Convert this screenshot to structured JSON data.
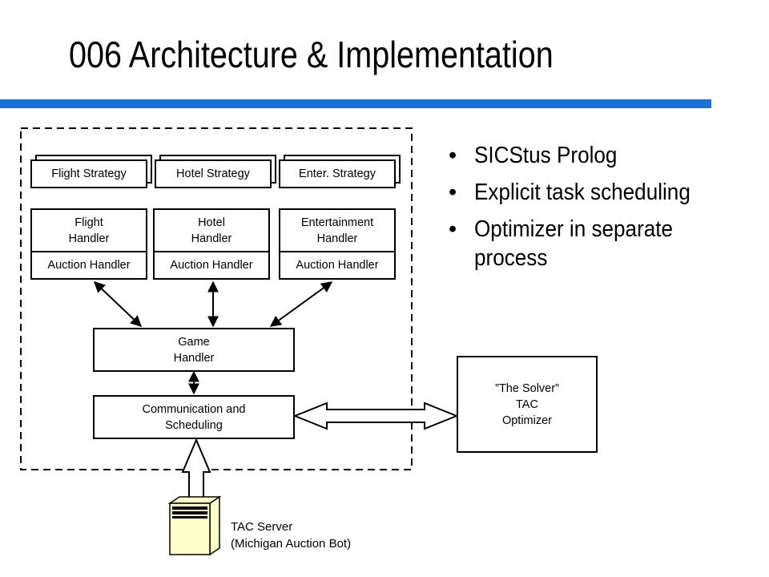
{
  "slide": {
    "title": "006 Architecture & Implementation",
    "accent_color": "#1a73d4"
  },
  "diagram": {
    "strategies": [
      "Flight Strategy",
      "Hotel Strategy",
      "Enter. Strategy"
    ],
    "handlers": [
      {
        "line1": "Flight",
        "line2": "Handler"
      },
      {
        "line1": "Hotel",
        "line2": "Handler"
      },
      {
        "line1": "Entertainment",
        "line2": "Handler"
      }
    ],
    "auction_handlers": [
      "Auction Handler",
      "Auction Handler",
      "Auction Handler"
    ],
    "game_handler": {
      "line1": "Game",
      "line2": "Handler"
    },
    "communication": {
      "line1": "Communication and",
      "line2": "Scheduling"
    },
    "solver": {
      "line1": "”The Solver”",
      "line2": "TAC",
      "line3": "Optimizer"
    },
    "server": {
      "line1": "TAC Server",
      "line2": "(Michigan Auction Bot)",
      "fill_color": "#ffffcc"
    }
  },
  "bullets": [
    {
      "symbol": "•",
      "text": "SICStus Prolog"
    },
    {
      "symbol": "•",
      "text": "Explicit task scheduling"
    },
    {
      "symbol": "•",
      "text": "Optimizer in separate process"
    }
  ]
}
